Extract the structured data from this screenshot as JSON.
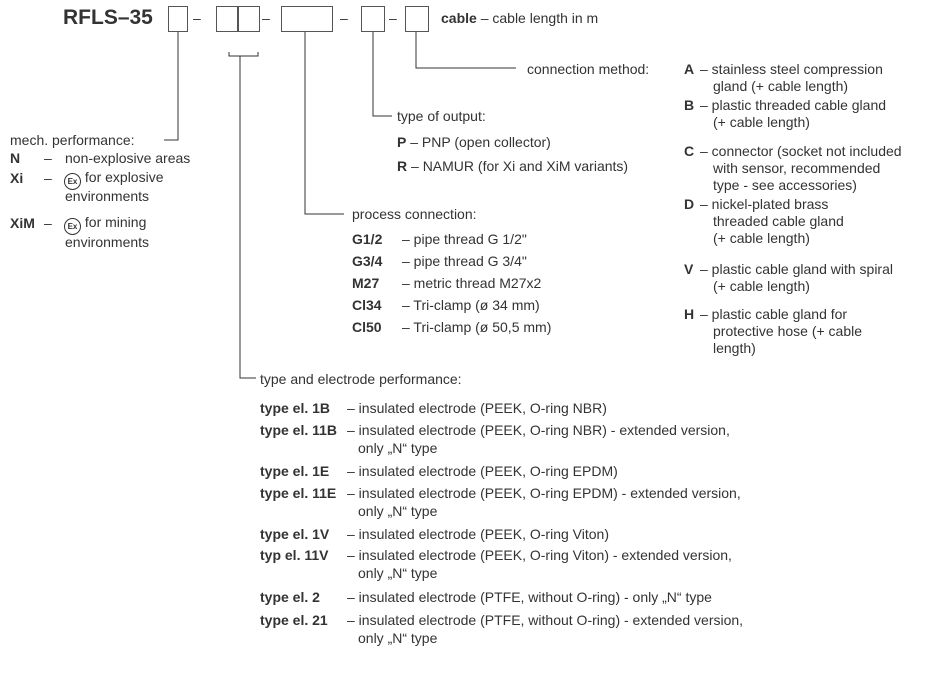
{
  "header": {
    "code": "RFLS–35",
    "seps": [
      "–",
      "–",
      "–",
      "–",
      "–"
    ],
    "cable_word": "cable",
    "cable_desc": "– cable length in m"
  },
  "mech": {
    "title": "mech. performance:",
    "items": [
      {
        "code": "N",
        "dash": "–",
        "lines": [
          "non-explosive areas"
        ]
      },
      {
        "code": "Xi",
        "dash": "–",
        "icon": "Ex",
        "lines": [
          "for explosive",
          "environments"
        ]
      },
      {
        "code": "XiM",
        "dash": "–",
        "icon": "Ex",
        "lines": [
          "for mining",
          "environments"
        ]
      }
    ]
  },
  "output": {
    "title": "type of output:",
    "items": [
      {
        "code": "P",
        "desc": "– PNP (open collector)"
      },
      {
        "code": "R",
        "desc": "– NAMUR (for Xi and XiM variants)"
      }
    ]
  },
  "process": {
    "title": "process connection:",
    "items": [
      {
        "code": "G1/2",
        "desc": "– pipe thread G 1/2\""
      },
      {
        "code": "G3/4",
        "desc": "– pipe thread G 3/4\""
      },
      {
        "code": "M27",
        "desc": "– metric thread M27x2"
      },
      {
        "code": "Cl34",
        "desc": "– Tri-clamp (ø 34 mm)"
      },
      {
        "code": "Cl50",
        "desc": "– Tri-clamp (ø 50,5 mm)"
      }
    ]
  },
  "connection": {
    "title": "connection method:",
    "items": [
      {
        "code": "A",
        "lines": [
          "– stainless steel compression",
          "gland (+ cable length)"
        ]
      },
      {
        "code": "B",
        "lines": [
          "– plastic threaded cable gland",
          "(+ cable length)"
        ]
      },
      {
        "code": "C",
        "lines": [
          "– connector (socket not included",
          "with sensor, recommended",
          "type - see accessories)"
        ]
      },
      {
        "code": "D",
        "lines": [
          "– nickel-plated brass",
          "threaded cable gland",
          "(+ cable length)"
        ]
      },
      {
        "code": "V",
        "lines": [
          "– plastic cable gland with spiral",
          "(+ cable length)"
        ]
      },
      {
        "code": "H",
        "lines": [
          "– plastic cable gland for",
          "protective hose (+ cable",
          "length)"
        ]
      }
    ]
  },
  "electrode": {
    "title": "type and electrode performance:",
    "items": [
      {
        "code": "type el. 1B",
        "lines": [
          "– insulated electrode (PEEK, O-ring NBR)"
        ]
      },
      {
        "code": "type el. 11B",
        "lines": [
          "– insulated electrode (PEEK, O-ring NBR) - extended version,",
          "only „N“ type"
        ]
      },
      {
        "code": "type el. 1E",
        "lines": [
          "– insulated electrode (PEEK, O-ring EPDM)"
        ]
      },
      {
        "code": "type el. 11E",
        "lines": [
          "– insulated electrode (PEEK, O-ring EPDM) - extended version,",
          "only „N“ type"
        ]
      },
      {
        "code": "type el. 1V",
        "lines": [
          "– insulated electrode (PEEK, O-ring Viton)"
        ]
      },
      {
        "code": "typ el. 11V",
        "lines": [
          "– insulated electrode (PEEK, O-ring Viton) - extended version,",
          "only „N“ type"
        ]
      },
      {
        "code": "type el. 2",
        "lines": [
          "– insulated electrode (PTFE, without O-ring) - only „N“ type"
        ]
      },
      {
        "code": "type el. 21",
        "lines": [
          "– insulated electrode (PTFE, without O-ring) - extended version,",
          "only „N“ type"
        ]
      }
    ]
  }
}
